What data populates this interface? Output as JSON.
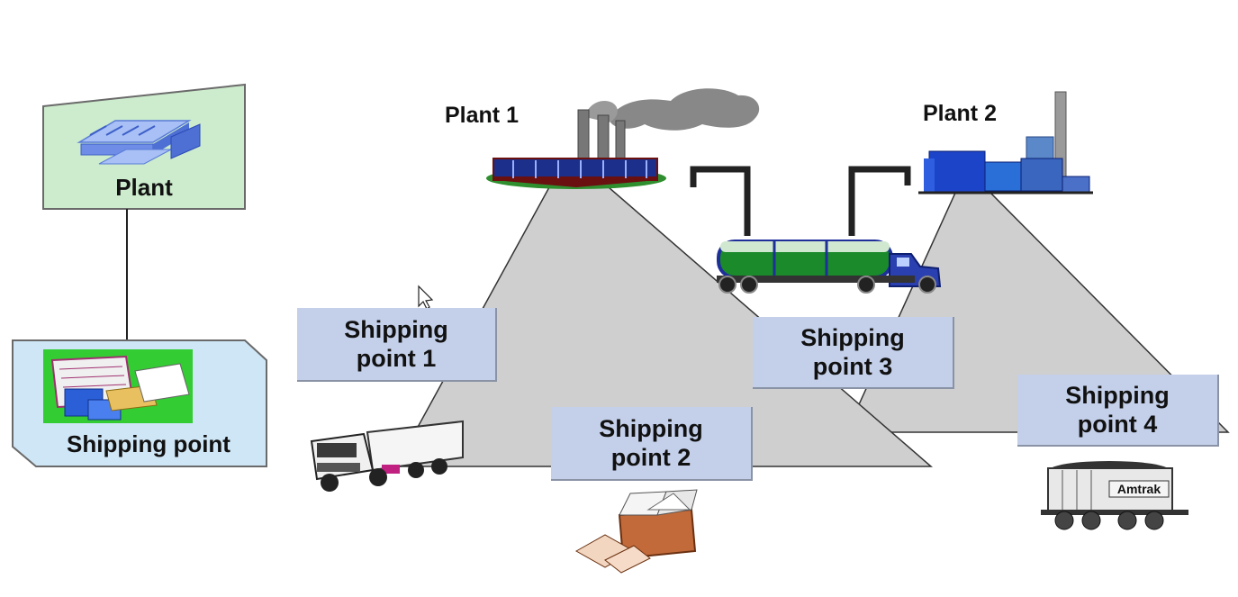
{
  "legend": {
    "plant_label": "Plant",
    "shipping_point_label": "Shipping point"
  },
  "plants": [
    {
      "label": "Plant 1"
    },
    {
      "label": "Plant 2"
    }
  ],
  "shipping_points": [
    {
      "line1": "Shipping",
      "line2": "point 1"
    },
    {
      "line1": "Shipping",
      "line2": "point 2"
    },
    {
      "line1": "Shipping",
      "line2": "point 3"
    },
    {
      "line1": "Shipping",
      "line2": "point 4"
    }
  ],
  "rail_car_text": "Amtrak",
  "colors": {
    "plant_box": "#cdeccd",
    "shipping_box": "#cfe6f6",
    "label_box": "#c4d0ea",
    "mountain": "#cfcfcf",
    "tank_green": "#1a8a2a",
    "truck_blue": "#2a3fb0"
  }
}
